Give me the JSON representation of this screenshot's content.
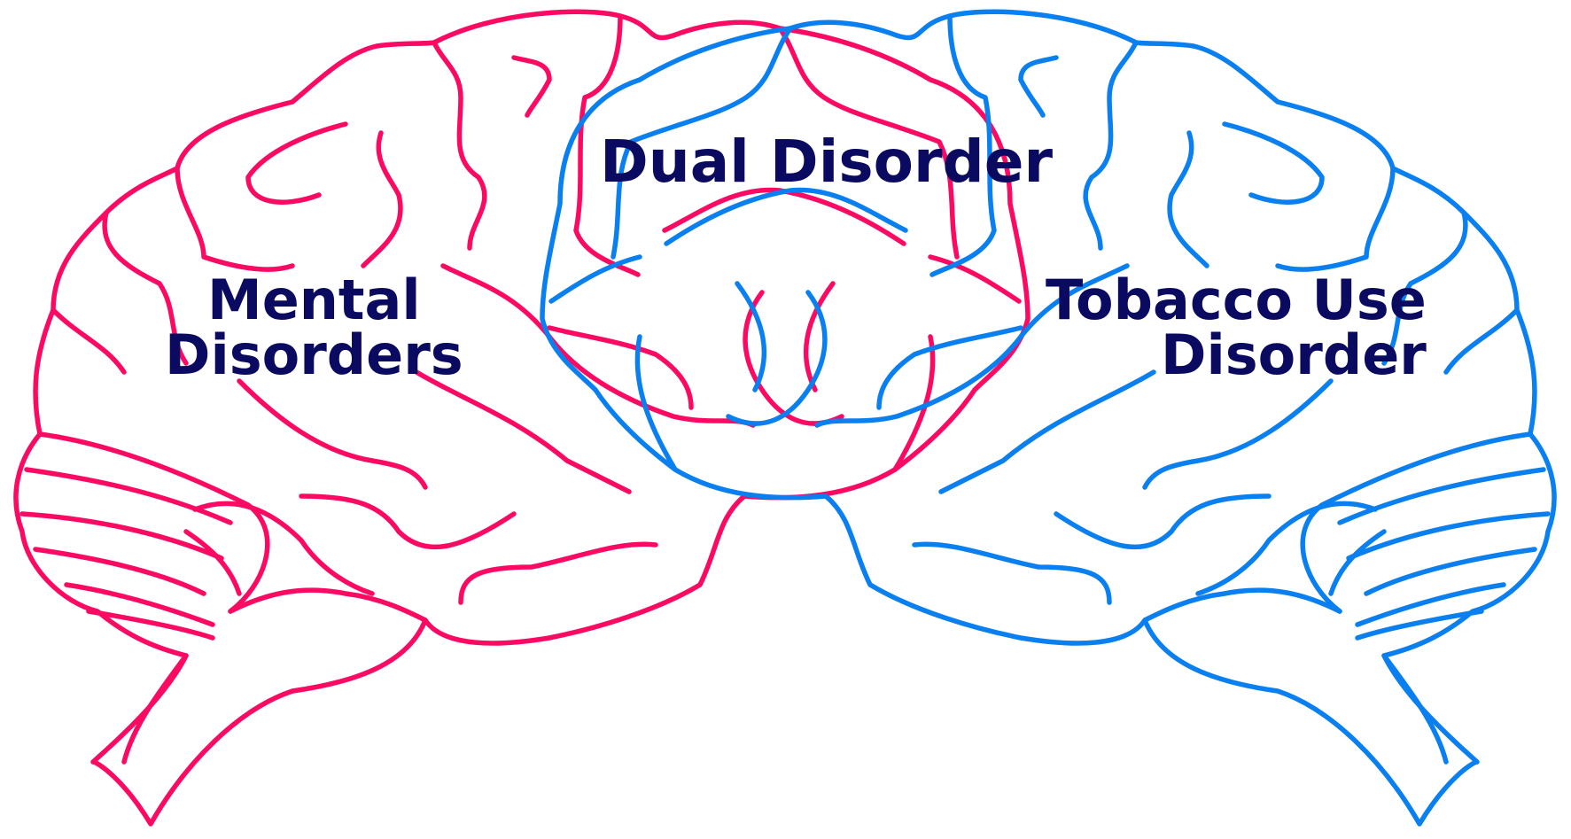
{
  "colors": {
    "mental_brain": "#fa0a62",
    "tobacco_brain": "#0a7ff0",
    "label_text": "#0a0a60"
  },
  "labels": {
    "dual": "Dual Disorder",
    "mental_line1": "Mental",
    "mental_line2": "Disorders",
    "tobacco_line1": "Tobacco Use",
    "tobacco_line2": "Disorder"
  }
}
